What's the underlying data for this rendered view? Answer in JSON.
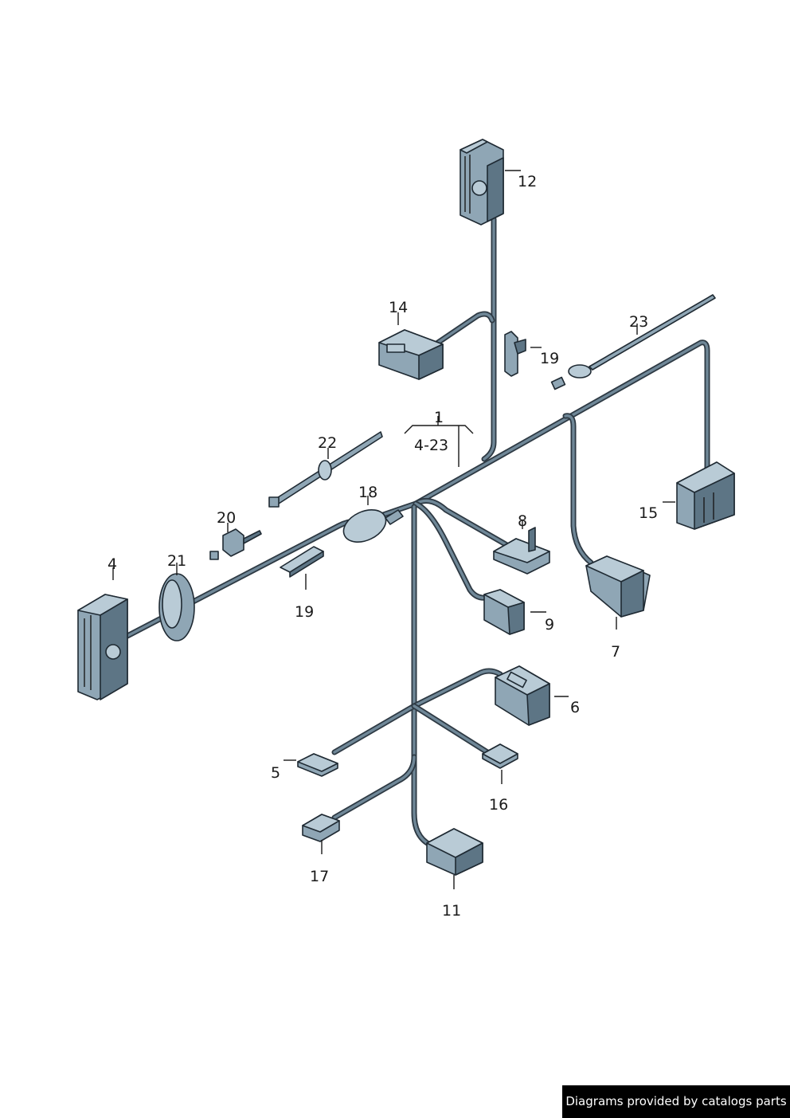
{
  "callouts": {
    "c1": "1",
    "c4_23": "4-23",
    "c4": "4",
    "c5": "5",
    "c6": "6",
    "c7": "7",
    "c8": "8",
    "c9": "9",
    "c11": "11",
    "c12": "12",
    "c14": "14",
    "c15": "15",
    "c16": "16",
    "c17": "17",
    "c18": "18",
    "c19a": "19",
    "c19b": "19",
    "c20": "20",
    "c21": "21",
    "c22": "22",
    "c23": "23"
  },
  "footer": {
    "credit": "Diagrams provided by catalogs parts"
  },
  "colors": {
    "wire": "#2e3a44",
    "part_fill": "#8fa6b5",
    "banner_bg": "#000000"
  }
}
